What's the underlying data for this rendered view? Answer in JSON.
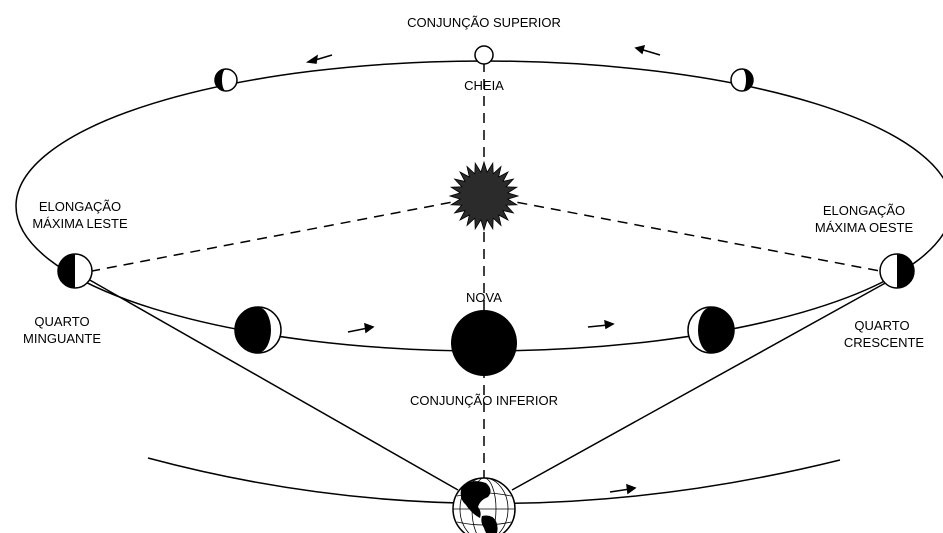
{
  "labels": {
    "superior_conjunction": "CONJUNÇÃO SUPERIOR",
    "full": "CHEIA",
    "east_elongation_line1": "ELONGAÇÃO",
    "east_elongation_line2": "MÁXIMA LESTE",
    "west_elongation_line1": "ELONGAÇÃO",
    "west_elongation_line2": "MÁXIMA OESTE",
    "new": "NOVA",
    "last_quarter_line1": "QUARTO",
    "last_quarter_line2": "MINGUANTE",
    "first_quarter_line1": "QUARTO",
    "first_quarter_line2": "CRESCENTE",
    "inferior_conjunction": "CONJUNÇÃO INFERIOR"
  },
  "icons": {
    "sun": "sun-icon",
    "earth": "earth-globe-icon",
    "phases": [
      "full-phase-icon",
      "gibbous-phase-icon",
      "quarter-phase-icon",
      "crescent-phase-icon",
      "new-phase-icon"
    ],
    "arrows": "arrow-icon"
  },
  "colors": {
    "ink": "#000000",
    "paper": "#ffffff",
    "sun": "#2b2b2b"
  }
}
